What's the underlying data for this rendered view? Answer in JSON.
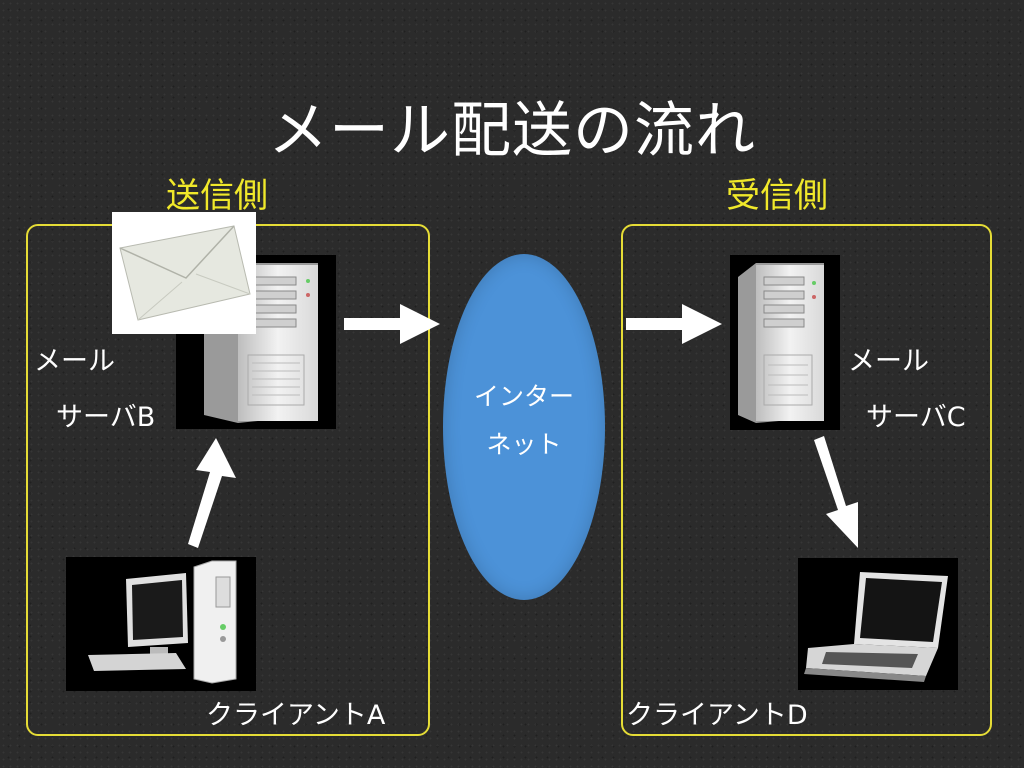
{
  "title": "メール配送の流れ",
  "sender": {
    "label": "送信側"
  },
  "receiver": {
    "label": "受信側"
  },
  "nodes": {
    "server_b": {
      "line1": "メール",
      "line2": "サーバB"
    },
    "server_c": {
      "line1": "メール",
      "line2": "サーバC"
    },
    "client_a": {
      "label": "クライアントA"
    },
    "client_d": {
      "label": "クライアントD"
    },
    "internet": {
      "line1": "インター",
      "line2": "ネット"
    }
  },
  "colors": {
    "accent_yellow": "#f0e82a",
    "panel_border": "#e5dc36",
    "internet": "#4c92d8",
    "background": "#2b2b2b"
  },
  "icons": [
    "envelope-icon",
    "server-tower-icon",
    "desktop-computer-icon",
    "laptop-icon",
    "arrow-icon"
  ]
}
